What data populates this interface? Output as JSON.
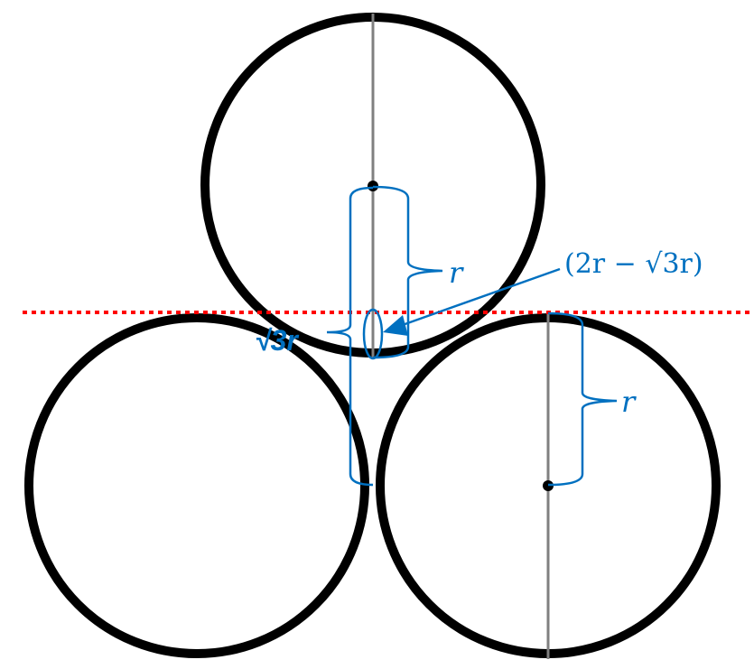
{
  "labels": {
    "top_radius": "r",
    "gap_expression": "(2r − √3r)",
    "height_expression": "√3r",
    "right_radius": "r"
  },
  "colors": {
    "circle": "#000000",
    "annotation": "#0070c0",
    "reference_line": "#ff0000",
    "radius_line": "#808080"
  }
}
